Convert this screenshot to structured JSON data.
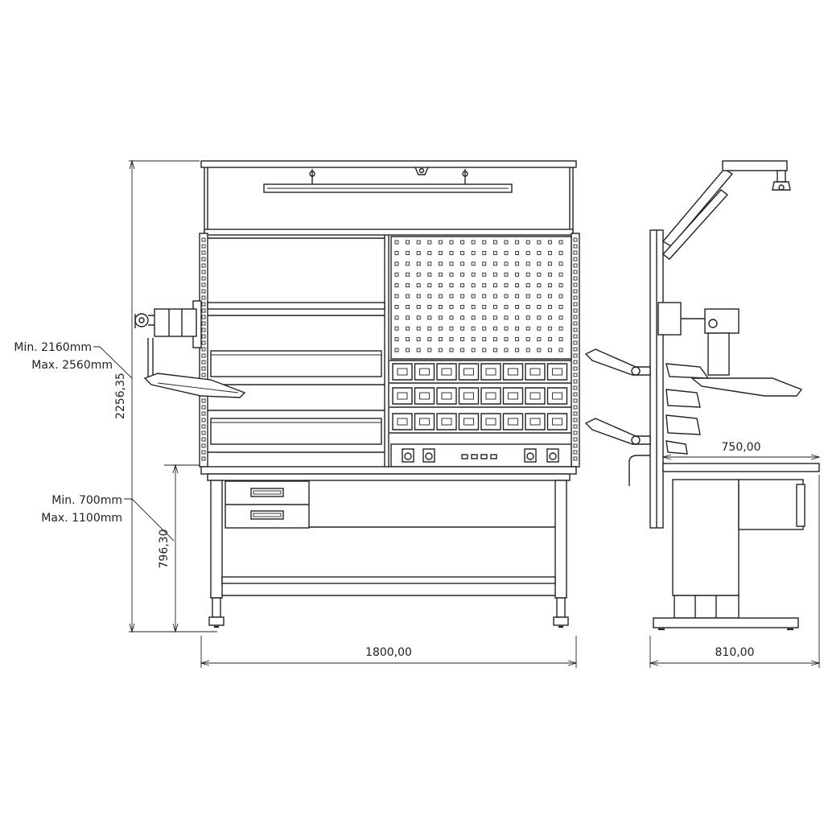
{
  "dimensions": {
    "total_height": "2256,35",
    "total_height_range_min": "Min. 2160mm",
    "total_height_range_max": "Max. 2560mm",
    "worktop_height": "796,30",
    "worktop_height_range_min": "Min. 700mm",
    "worktop_height_range_max": "Max. 1100mm",
    "front_width": "1800,00",
    "side_depth": "810,00",
    "worktop_depth": "750,00"
  }
}
